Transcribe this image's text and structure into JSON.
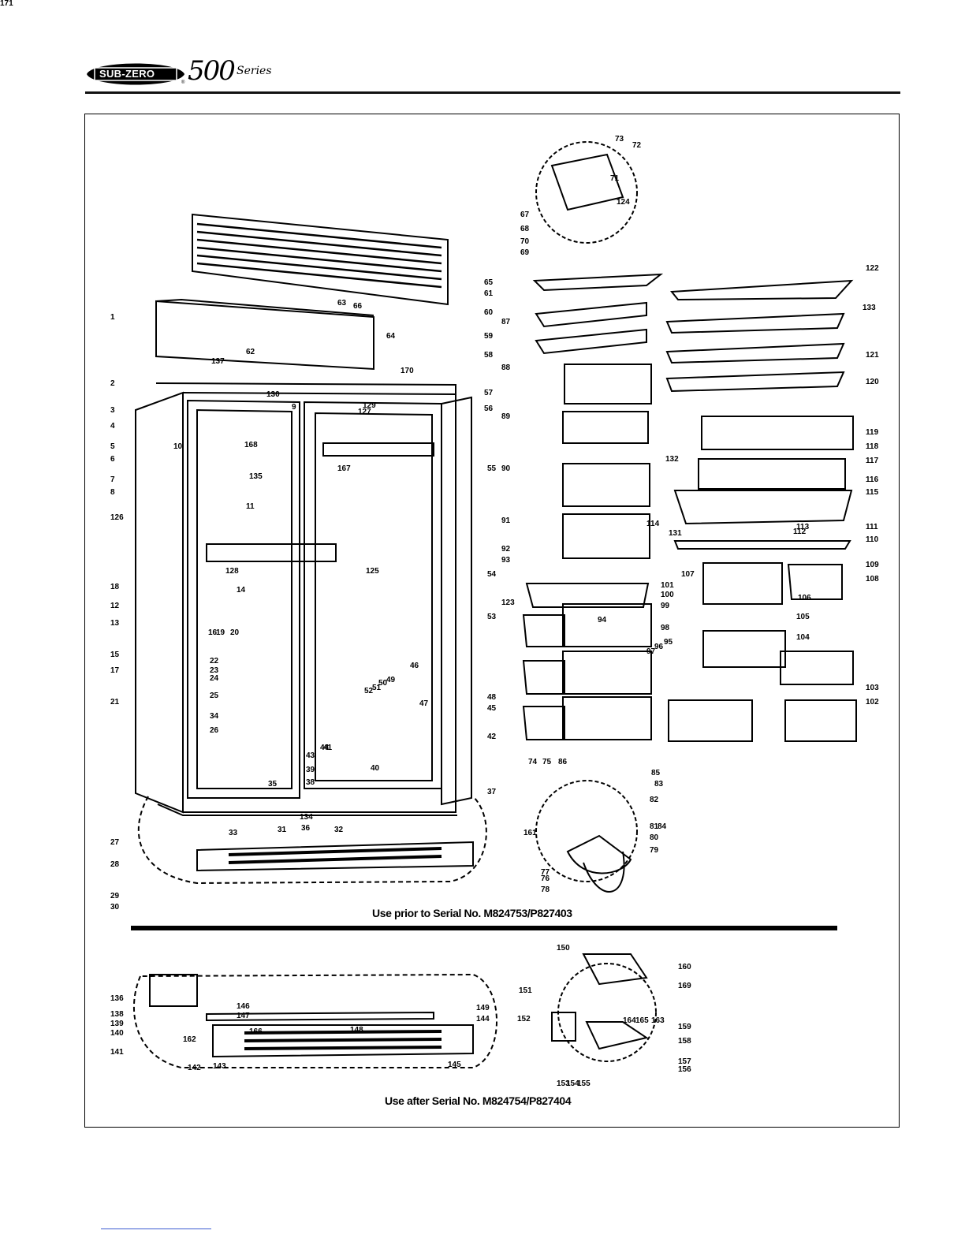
{
  "header": {
    "brand": "SUB-ZERO",
    "registered_mark": "®",
    "series_number": "500",
    "series_word": "Series"
  },
  "captions": {
    "prior": "Use prior to Serial No. M824753/P827403",
    "after": "Use after Serial No. M824754/P827404"
  },
  "callouts": [
    "1",
    "2",
    "3",
    "4",
    "5",
    "6",
    "7",
    "8",
    "9",
    "10",
    "11",
    "12",
    "13",
    "14",
    "15",
    "16",
    "17",
    "18",
    "19",
    "20",
    "21",
    "22",
    "23",
    "24",
    "25",
    "26",
    "27",
    "28",
    "29",
    "30",
    "31",
    "32",
    "33",
    "34",
    "35",
    "36",
    "37",
    "38",
    "39",
    "40",
    "41",
    "42",
    "43",
    "44",
    "45",
    "46",
    "47",
    "48",
    "49",
    "50",
    "51",
    "52",
    "53",
    "54",
    "55",
    "56",
    "57",
    "58",
    "59",
    "60",
    "61",
    "62",
    "63",
    "64",
    "65",
    "66",
    "67",
    "68",
    "69",
    "70",
    "71",
    "72",
    "73",
    "74",
    "75",
    "76",
    "77",
    "78",
    "79",
    "80",
    "81",
    "82",
    "83",
    "84",
    "85",
    "86",
    "87",
    "88",
    "89",
    "90",
    "91",
    "92",
    "93",
    "94",
    "95",
    "96",
    "97",
    "98",
    "99",
    "100",
    "101",
    "102",
    "103",
    "104",
    "105",
    "106",
    "107",
    "108",
    "109",
    "110",
    "111",
    "112",
    "113",
    "114",
    "115",
    "116",
    "117",
    "118",
    "119",
    "120",
    "121",
    "122",
    "123",
    "124",
    "125",
    "126",
    "127",
    "128",
    "129",
    "130",
    "131",
    "132",
    "133",
    "134",
    "135",
    "136",
    "137",
    "138",
    "139",
    "140",
    "141",
    "142",
    "143",
    "144",
    "145",
    "146",
    "147",
    "148",
    "149",
    "150",
    "151",
    "152",
    "153",
    "154",
    "155",
    "156",
    "157",
    "158",
    "159",
    "160",
    "161",
    "162",
    "163",
    "164",
    "165",
    "166",
    "167",
    "168",
    "169",
    "170",
    "171"
  ]
}
